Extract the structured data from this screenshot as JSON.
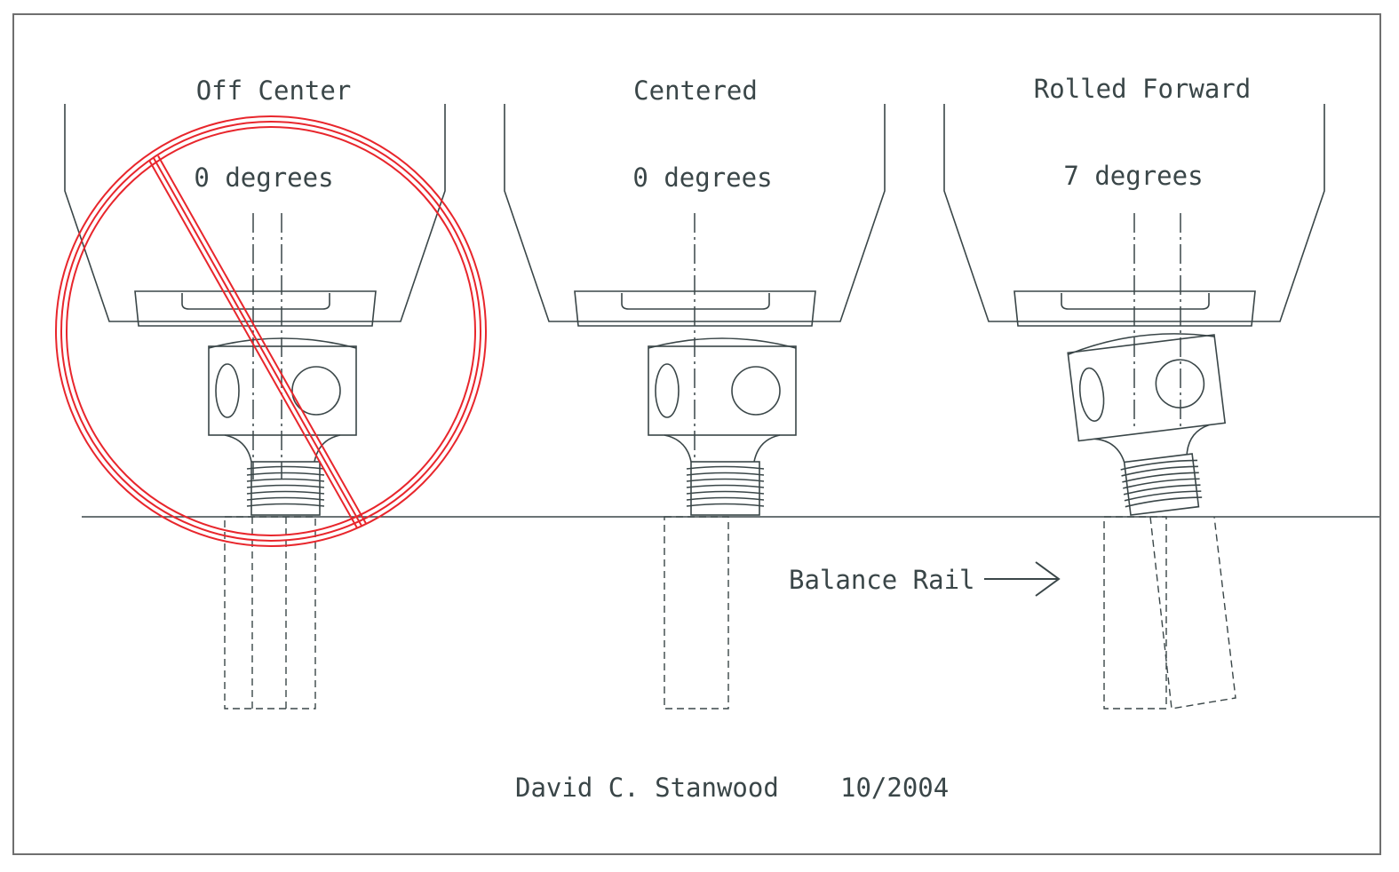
{
  "panels": [
    {
      "title": "Off Center",
      "angle_label": "0 degrees",
      "tilt_deg": 0,
      "offset": true,
      "prohibited": true
    },
    {
      "title": "Centered",
      "angle_label": "0 degrees",
      "tilt_deg": 0,
      "offset": false,
      "prohibited": false
    },
    {
      "title": "Rolled Forward",
      "angle_label": "7 degrees",
      "tilt_deg": 7,
      "offset": false,
      "prohibited": false
    }
  ],
  "rail_label": "Balance Rail",
  "credit": {
    "author": "David C. Stanwood",
    "date": "10/2004"
  },
  "colors": {
    "line": "#3a4648",
    "prohibited": "#e8262c",
    "frame": "#6f6f6f"
  }
}
